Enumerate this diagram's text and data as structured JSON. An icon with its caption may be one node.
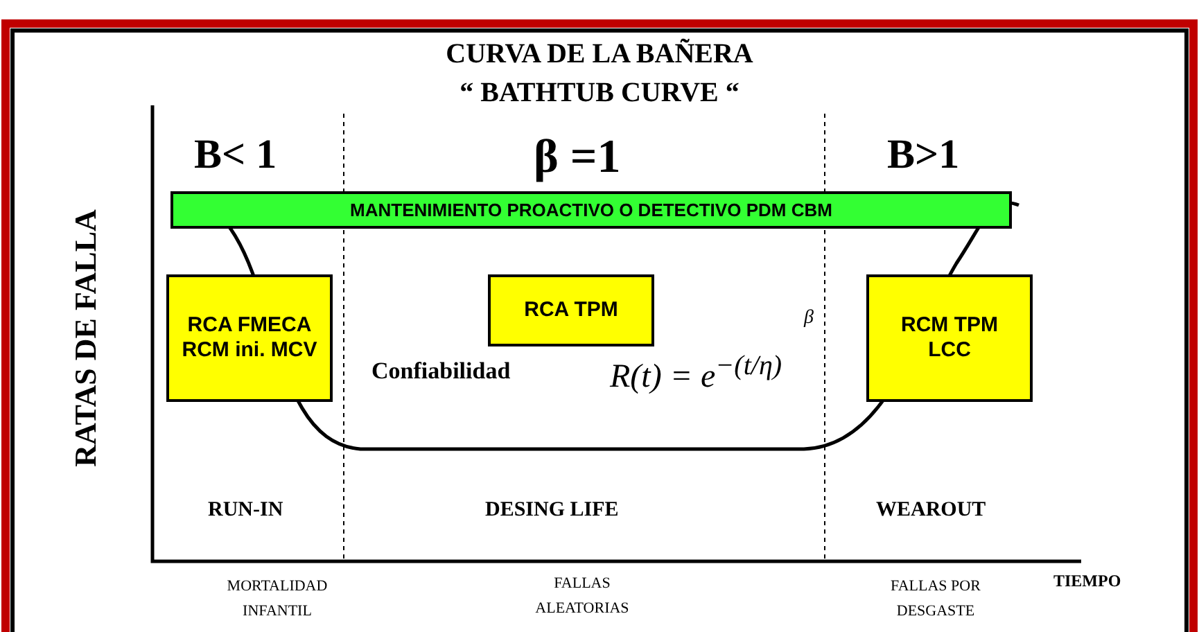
{
  "diagram": {
    "title": "CURVA DE LA BAÑERA “ BATHTUB CURVE “",
    "nodes": [
      {
        "text": [
          "MANTENIMIENTO PROACTIVO O DETECTIVO PDM CBM"
        ]
      },
      {
        "text": [
          "RCA FMECA RCM ini. MCV"
        ]
      },
      {
        "text": [
          "RCA TPM"
        ]
      },
      {
        "text": [
          "RCM TPM LCC"
        ]
      }
    ],
    "labels": [
      "B< 1",
      "β =1",
      "B>1",
      "RATAS DE FALLA",
      "Confiabilidad",
      "R(t) = e$^{−(t/η)}$",
      "β",
      "RUN-IN",
      "DESING LIFE",
      "WEAROUT",
      "MORTALIDAD INFANTIL",
      "FALLAS ALEATORIAS",
      "FALLAS POR DESGASTE",
      "TIEMPO"
    ]
  }
}
